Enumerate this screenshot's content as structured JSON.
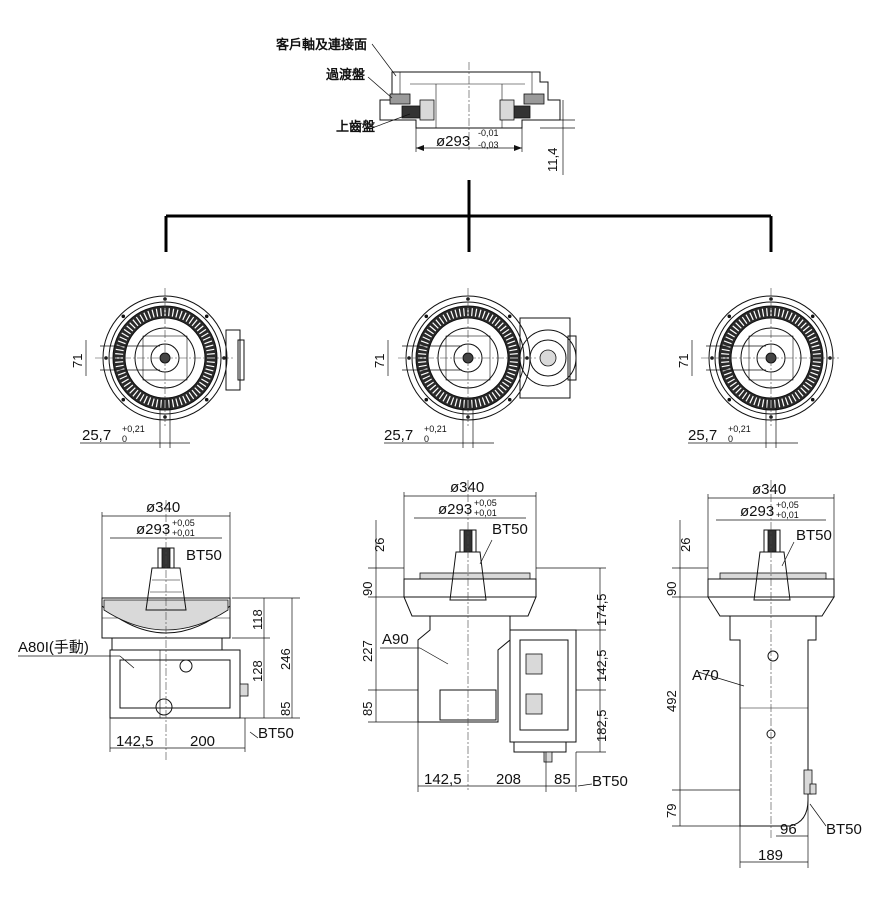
{
  "labels": {
    "customer_shaft": "客戶軸及連接面",
    "transition_plate": "過渡盤",
    "gear_plate": "上齒盤",
    "top_diameter": "ø293",
    "top_tol_upper": "-0,01",
    "top_tol_lower": "-0,03",
    "top_height": "11,4"
  },
  "top_views": [
    {
      "dim_71": "71",
      "dim_offset": "25,7",
      "tol_upper": "+0,21",
      "tol_lower": "0"
    },
    {
      "dim_71": "71",
      "dim_offset": "25,7",
      "tol_upper": "+0,21",
      "tol_lower": "0"
    },
    {
      "dim_71": "71",
      "dim_offset": "25,7",
      "tol_upper": "+0,21",
      "tol_lower": "0"
    }
  ],
  "side_left": {
    "d340": "ø340",
    "d293": "ø293",
    "tol_upper": "+0,05",
    "tol_lower": "+0,01",
    "bt50": "BT50",
    "model": "A80I(手動)",
    "h118": "118",
    "h246": "246",
    "h128": "128",
    "h85": "85",
    "w142": "142,5",
    "w200": "200",
    "bt50_bottom": "BT50"
  },
  "side_mid": {
    "d340": "ø340",
    "d293": "ø293",
    "tol_upper": "+0,05",
    "tol_lower": "+0,01",
    "bt50": "BT50",
    "model": "A90",
    "h26": "26",
    "h90": "90",
    "h227": "227",
    "h85": "85",
    "h174": "174,5",
    "h142": "142,5",
    "h182": "182,5",
    "w142": "142,5",
    "w208": "208",
    "w85": "85",
    "bt50_bottom": "BT50"
  },
  "side_right": {
    "d340": "ø340",
    "d293": "ø293",
    "tol_upper": "+0,05",
    "tol_lower": "+0,01",
    "bt50": "BT50",
    "model": "A70",
    "h26": "26",
    "h90": "90",
    "h492": "492",
    "h79": "79",
    "w96": "96",
    "w189": "189",
    "bt50_bottom": "BT50"
  }
}
